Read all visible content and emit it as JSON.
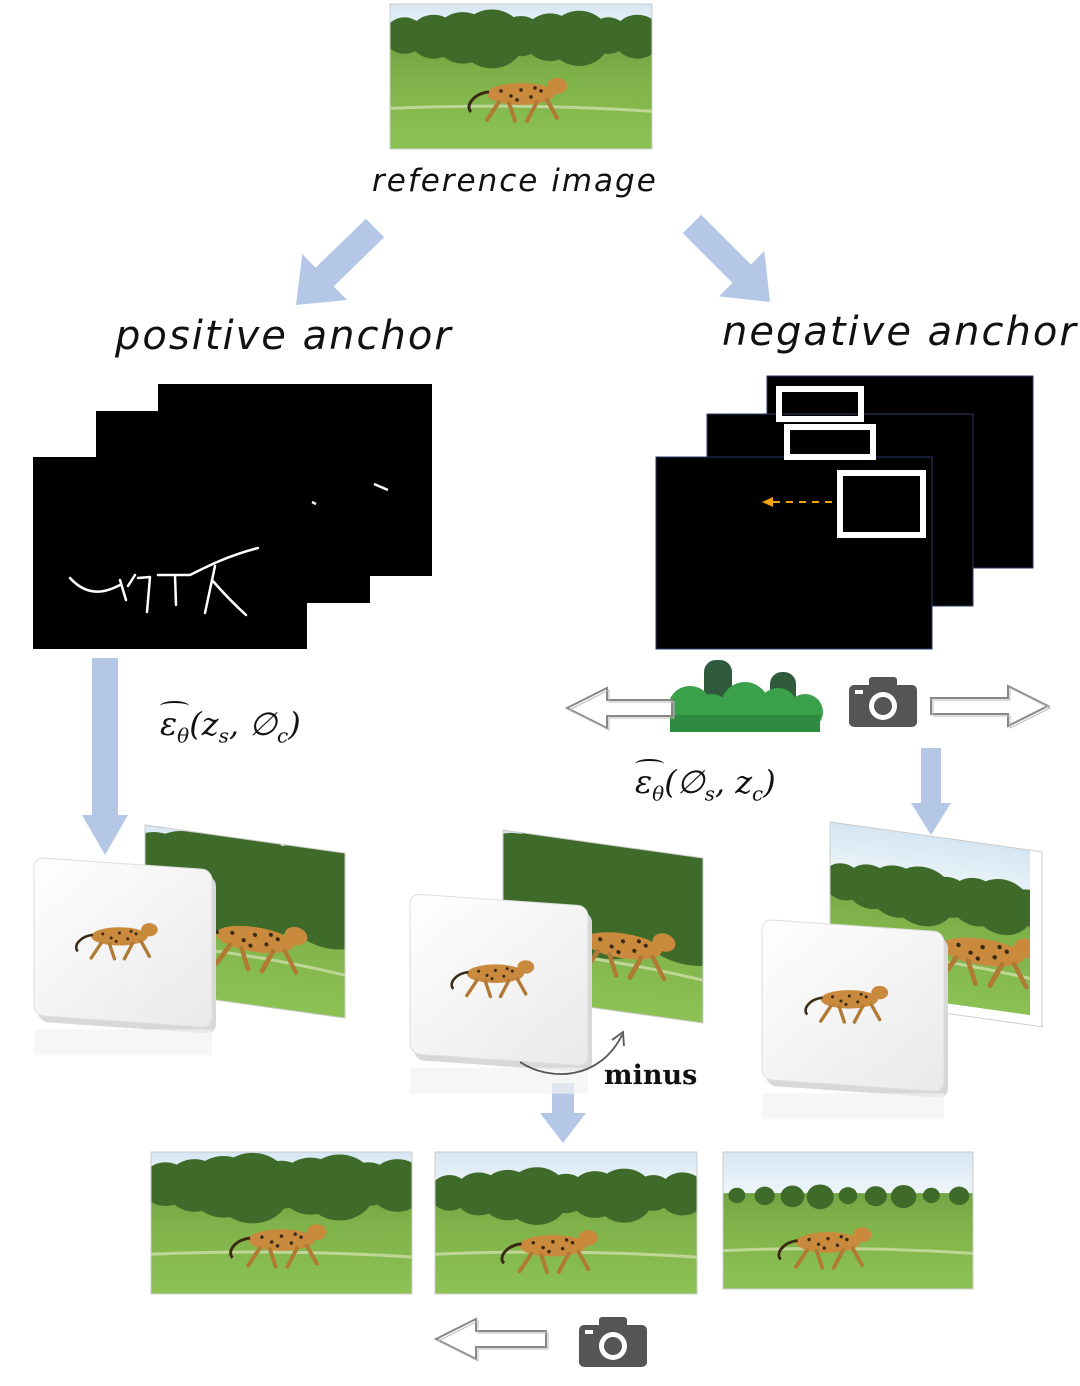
{
  "labels": {
    "reference_image": "reference image",
    "positive_anchor": "positive anchor",
    "negative_anchor": "negative anchor",
    "minus": "minus"
  },
  "formulas": {
    "positive": {
      "eps": "ε",
      "theta": "θ",
      "args": "(z",
      "sub1": "s",
      "mid": ", ∅",
      "sub2": "c",
      "close": ")"
    },
    "negative": {
      "eps": "ε",
      "theta": "θ",
      "args": "(∅",
      "sub1": "s",
      "mid": ", z",
      "sub2": "c",
      "close": ")"
    }
  },
  "icons": [
    "camera-icon",
    "trees-icon",
    "left-arrow-icon",
    "right-arrow-icon",
    "down-arrow-icon"
  ],
  "colors": {
    "arrow_blue": "#b4c7e7",
    "orange_dash": "#f0a30a",
    "grass": "#7fb24a",
    "trees": "#3f6b2a",
    "sky": "#dbe8f2",
    "cheetah": "#c98a3e",
    "camera": "#555555"
  }
}
